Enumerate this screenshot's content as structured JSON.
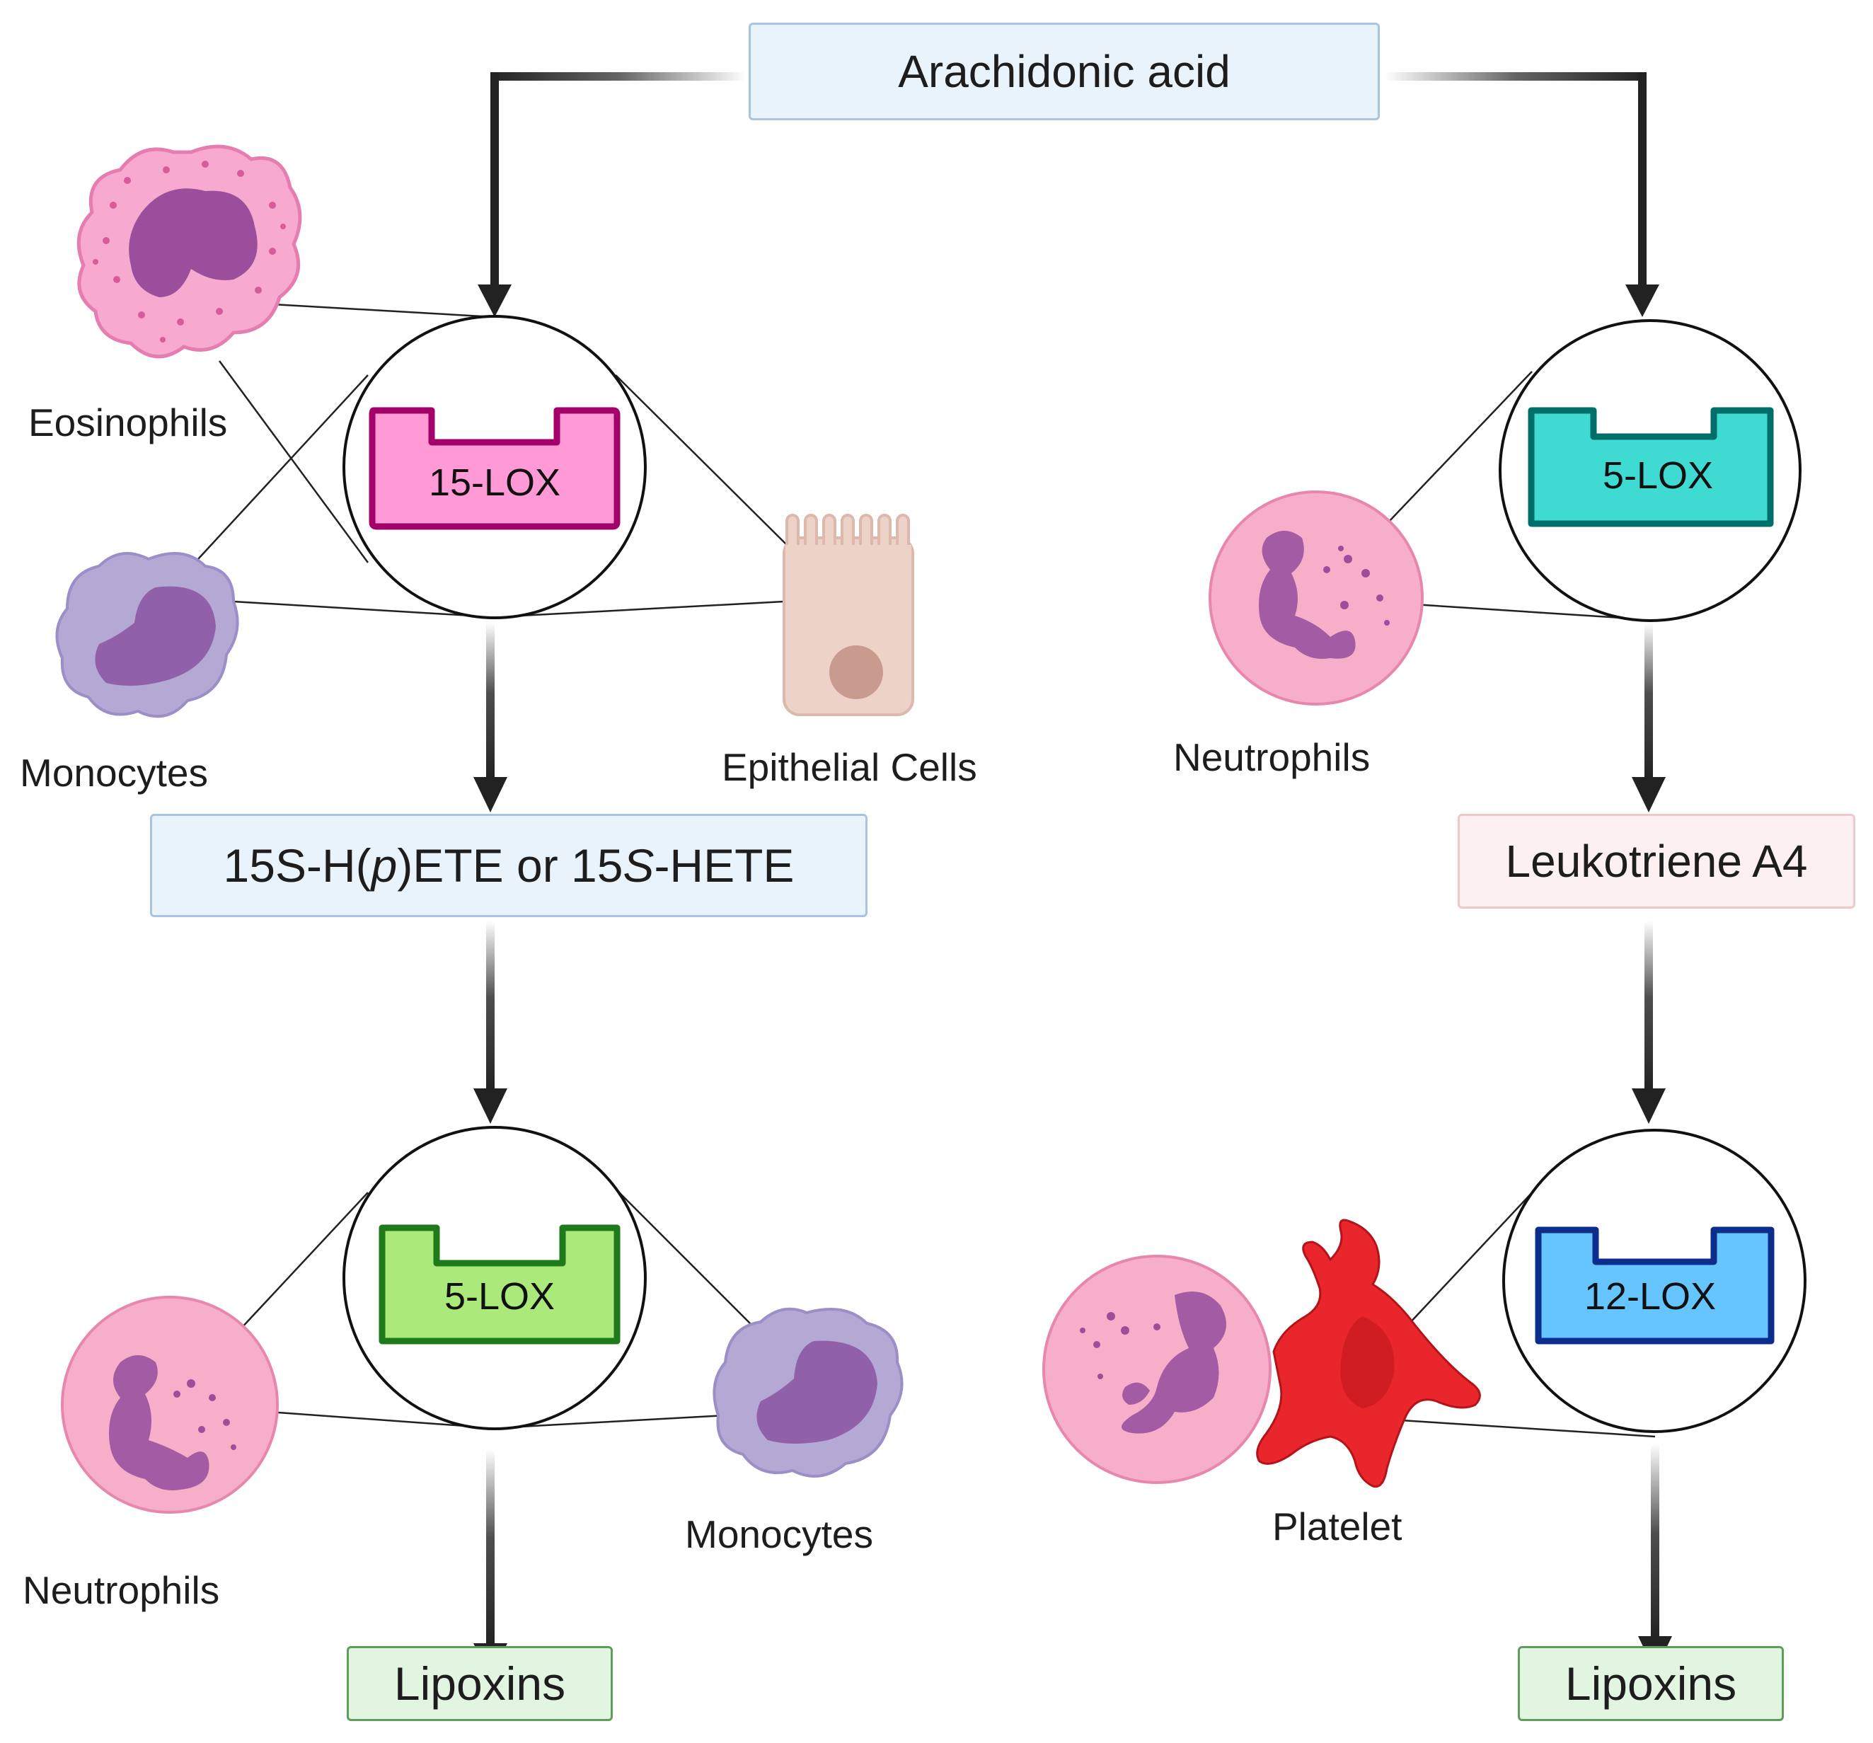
{
  "source": {
    "label": "Arachidonic acid"
  },
  "left_branch": {
    "enzyme_top": "15-LOX",
    "cells_top": {
      "eosinophils": "Eosinophils",
      "monocytes": "Monocytes",
      "epithelial": "Epithelial Cells"
    },
    "intermediate": {
      "part1": "15S-H(",
      "part2": "p",
      "part3": ")ETE or 15",
      "part4": "S",
      "part5": "-HETE"
    },
    "enzyme_bottom": "5-LOX",
    "cells_bottom": {
      "neutrophils": "Neutrophils",
      "monocytes": "Monocytes"
    },
    "product": "Lipoxins"
  },
  "right_branch": {
    "enzyme_top": "5-LOX",
    "cells_top": {
      "neutrophils": "Neutrophils"
    },
    "intermediate": "Leukotriene A4",
    "enzyme_bottom": "12-LOX",
    "cells_bottom": {
      "platelet": "Platelet"
    },
    "product": "Lipoxins"
  },
  "colors": {
    "enzyme_15lox_fill": "#ff9ad6",
    "enzyme_15lox_stroke": "#a3006a",
    "enzyme_5lox_top_fill": "#3fdbd2",
    "enzyme_5lox_top_stroke": "#006e6a",
    "enzyme_5lox_bottom_fill": "#aae97a",
    "enzyme_5lox_bottom_stroke": "#1e7a1a",
    "enzyme_12lox_fill": "#66c4ff",
    "enzyme_12lox_stroke": "#0c2d8c",
    "platelet": "#e8262b"
  }
}
